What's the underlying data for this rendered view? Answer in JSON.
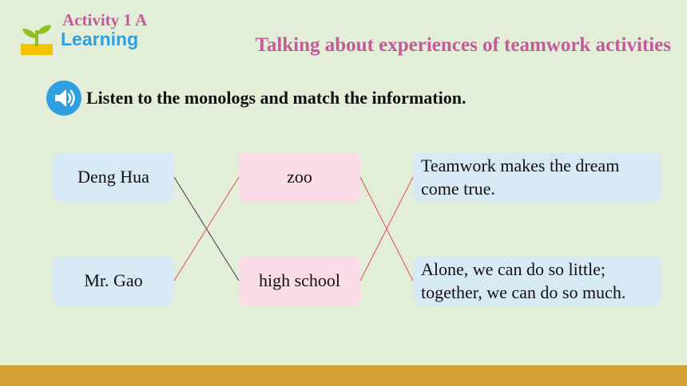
{
  "header": {
    "activity": "Activity 1 A",
    "section": "Learning",
    "title": "Talking about experiences of teamwork activities"
  },
  "instruction": "Listen to the monologs and match the information.",
  "icons": {
    "logo": "sprout-icon",
    "audio": "speaker-icon"
  },
  "colors": {
    "title": "#c45a9a",
    "section": "#2f9fe2",
    "background": "#e3eed8",
    "footer": "#d3a033",
    "match_line_dark": "#3a3a3a",
    "match_line_red": "#e05050"
  },
  "columns": {
    "names": [
      "Deng Hua",
      "Mr. Gao"
    ],
    "places": [
      "zoo",
      "high school"
    ],
    "quotes": [
      "Teamwork makes the dream come true.",
      "Alone, we can do so little; together, we can do so much."
    ]
  }
}
